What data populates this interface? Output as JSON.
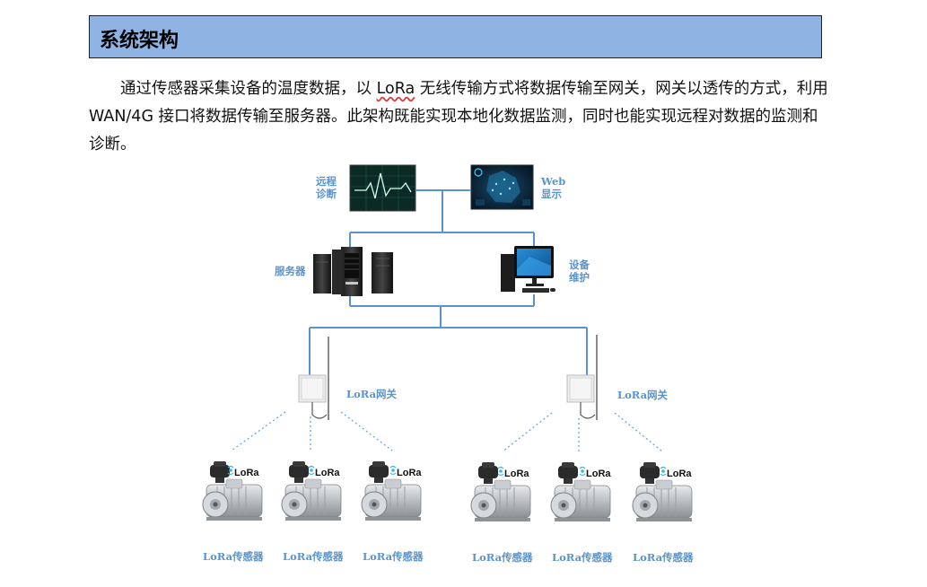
{
  "section": {
    "title": "系统架构"
  },
  "paragraph": {
    "part1": "通过传感器采集设备的温度数据，以 ",
    "lora": "LoRa",
    "part2": " 无线传输方式将数据传输至网关，网关以透传的方式，利用 WAN/4G 接口将数据传输至服务器。此架构既能实现本地化数据监测，同时也能实现远程对数据的监测和诊断。"
  },
  "diagram": {
    "remote_diagnosis": [
      "远程",
      "诊断"
    ],
    "web_display": [
      "Web",
      "显示"
    ],
    "server": "服务器",
    "device_maintenance": [
      "设备",
      "维护"
    ],
    "gateway_left": "LoRa网关",
    "gateway_right": "LoRa网关",
    "lora_logo": "LoRa",
    "sensors": [
      "LoRa传感器",
      "LoRa传感器",
      "LoRa传感器",
      "LoRa传感器",
      "LoRa传感器",
      "LoRa传感器"
    ]
  },
  "colors": {
    "header_bg": "#8fb4e3",
    "line_blue": "#5b93cc",
    "dotted_blue": "#6fa3d6"
  }
}
